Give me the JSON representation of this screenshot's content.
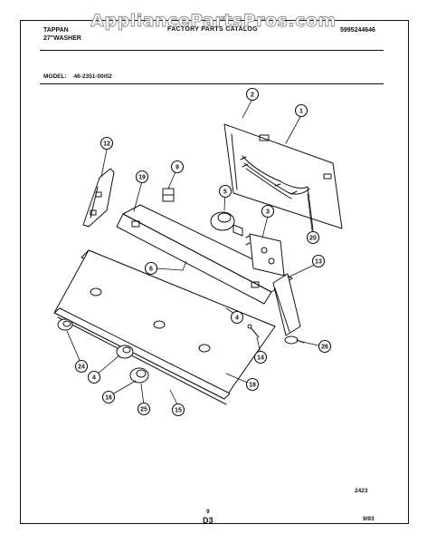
{
  "watermark": "AppliancePartsPros.com",
  "header": {
    "brand": "TAPPAN",
    "product": "27\"WASHER",
    "catalog_title": "FACTORY PARTS CATALOG",
    "part_number": "5995244646"
  },
  "model": {
    "label": "MODEL:",
    "value": "46-2351-00/02"
  },
  "callouts": [
    "1",
    "2",
    "3",
    "4",
    "4",
    "5",
    "6",
    "9",
    "12",
    "13",
    "14",
    "15",
    "16",
    "18",
    "19",
    "20",
    "24",
    "25",
    "26"
  ],
  "footer": {
    "code": "2423",
    "number": "9",
    "sheet": "D3",
    "date": "9/93"
  }
}
